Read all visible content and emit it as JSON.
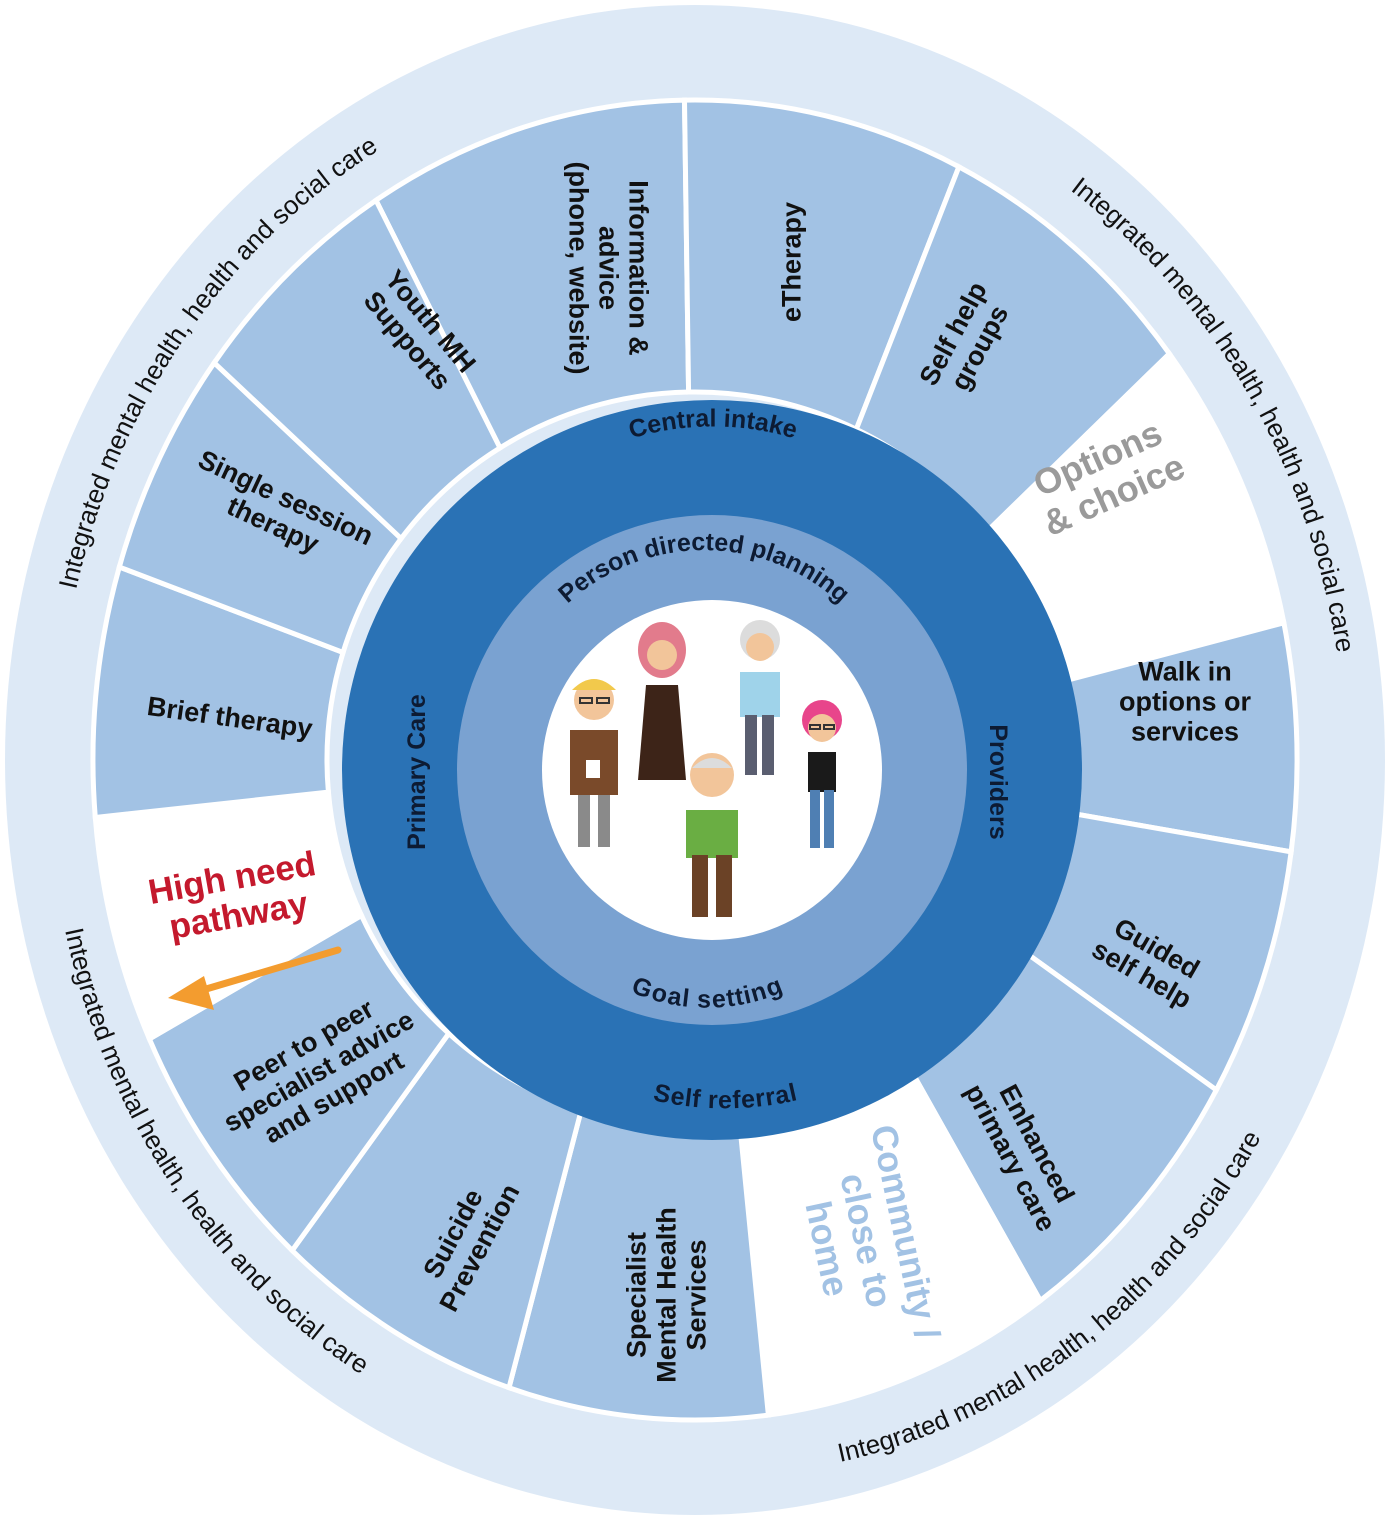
{
  "colors": {
    "outer_ring": "#dde9f6",
    "segment": "#a2c2e4",
    "segment_border": "#ffffff",
    "white_segment": "#ffffff",
    "dark_ring": "#2a72b5",
    "mid_ring": "#7aa2d1",
    "center": "#ffffff",
    "options_text": "#9a9a9a",
    "community_text": "#a2c2e4",
    "high_need_text": "#c4192d",
    "arrow": "#f39c2f"
  },
  "outer_ring": {
    "top_left": "Integrated mental health, health and social care",
    "top_right": "Integrated mental health, health and social care",
    "bottom_left": "Integrated mental health, health and social care",
    "bottom_right": "Integrated mental health, health and social care"
  },
  "segments": [
    {
      "lines": [
        "Information &",
        "advice",
        "(phone, website)"
      ]
    },
    {
      "lines": [
        "eTherapy"
      ]
    },
    {
      "lines": [
        "Self help",
        "groups"
      ]
    },
    {
      "lines": [
        "Options",
        "& choice"
      ]
    },
    {
      "lines": [
        "Walk in",
        "options or",
        "services"
      ]
    },
    {
      "lines": [
        "Guided",
        "self help"
      ]
    },
    {
      "lines": [
        "Enhanced",
        "primary care"
      ]
    },
    {
      "lines": [
        "Community /",
        "close to",
        "home"
      ]
    },
    {
      "lines": [
        "Specialist",
        "Mental Health",
        "Services"
      ]
    },
    {
      "lines": [
        "Suicide",
        "Prevention"
      ]
    },
    {
      "lines": [
        "Peer to peer",
        "specialist advice",
        "and support"
      ]
    },
    {
      "lines": [
        "High need",
        "pathway"
      ]
    },
    {
      "lines": [
        "Brief therapy"
      ]
    },
    {
      "lines": [
        "Single session",
        "therapy"
      ]
    },
    {
      "lines": [
        "Youth MH",
        "Supports"
      ]
    }
  ],
  "dark_ring": {
    "top": "Central intake",
    "right": "Providers",
    "bottom": "Self referral",
    "left": "Primary Care"
  },
  "mid_ring": {
    "top": "Person directed planning",
    "bottom": "Goal setting"
  },
  "center": {
    "people": [
      "person-glasses-icon",
      "person-hijab-icon",
      "person-older-man-icon",
      "person-older-woman-icon",
      "person-pink-hair-icon"
    ]
  }
}
